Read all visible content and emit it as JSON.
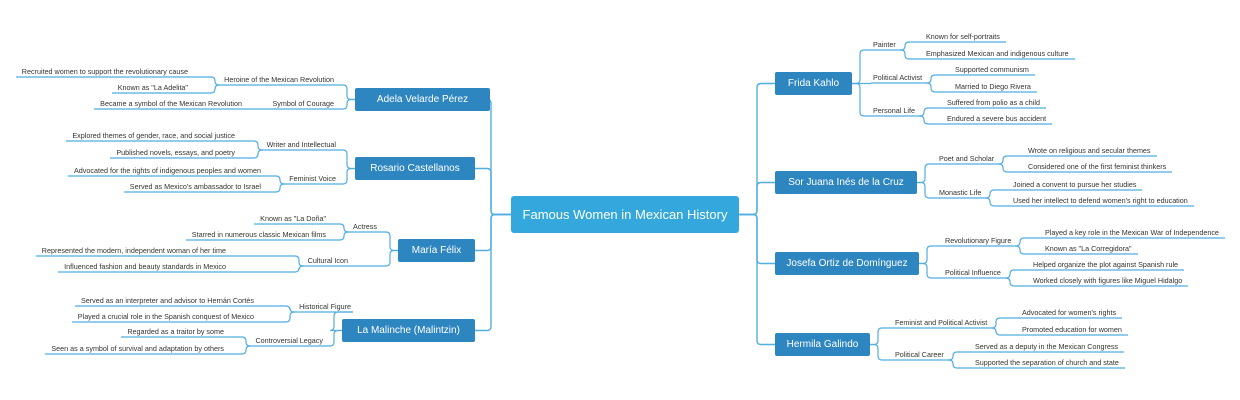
{
  "root": "Famous Women in Mexican History",
  "left": [
    {
      "name": "Adela Velarde Pérez",
      "groups": [
        {
          "label": "Heroine of the Mexican Revolution",
          "items": [
            "Recruited women to support the revolutionary cause",
            "Known as \"La Adelita\""
          ]
        },
        {
          "label": "Symbol of Courage",
          "items": [
            "Became a symbol of the Mexican Revolution"
          ]
        }
      ]
    },
    {
      "name": "Rosario Castellanos",
      "groups": [
        {
          "label": "Writer and Intellectual",
          "items": [
            "Explored themes of gender, race, and social justice",
            "Published novels, essays, and poetry"
          ]
        },
        {
          "label": "Feminist Voice",
          "items": [
            "Advocated for the rights of indigenous peoples and women",
            "Served as Mexico's ambassador to Israel"
          ]
        }
      ]
    },
    {
      "name": "María Félix",
      "groups": [
        {
          "label": "Actress",
          "items": [
            "Known as \"La Doña\"",
            "Starred in numerous classic Mexican films"
          ]
        },
        {
          "label": "Cultural Icon",
          "items": [
            "Represented the modern, independent woman of her time",
            "Influenced fashion and beauty standards in Mexico"
          ]
        }
      ]
    },
    {
      "name": "La Malinche (Malintzin)",
      "groups": [
        {
          "label": "Historical Figure",
          "items": [
            "Served as an interpreter and advisor to Hernán Cortés",
            "Played a crucial role in the Spanish conquest of Mexico"
          ]
        },
        {
          "label": "Controversial Legacy",
          "items": [
            "Regarded as a traitor by some",
            "Seen as a symbol of survival and adaptation by others"
          ]
        }
      ]
    }
  ],
  "right": [
    {
      "name": "Frida Kahlo",
      "groups": [
        {
          "label": "Painter",
          "items": [
            "Known for self-portraits",
            "Emphasized Mexican and indigenous culture"
          ]
        },
        {
          "label": "Political Activist",
          "items": [
            "Supported communism",
            "Married to Diego Rivera"
          ]
        },
        {
          "label": "Personal Life",
          "items": [
            "Suffered from polio as a child",
            "Endured a severe bus accident"
          ]
        }
      ]
    },
    {
      "name": "Sor Juana Inés de la Cruz",
      "groups": [
        {
          "label": "Poet and Scholar",
          "items": [
            "Wrote on religious and secular themes",
            "Considered one of the first feminist thinkers"
          ]
        },
        {
          "label": "Monastic Life",
          "items": [
            "Joined a convent to pursue her studies",
            "Used her intellect to defend women's right to education"
          ]
        }
      ]
    },
    {
      "name": "Josefa Ortiz de Domínguez",
      "groups": [
        {
          "label": "Revolutionary Figure",
          "items": [
            "Played a key role in the Mexican War of Independence",
            "Known as \"La Corregidora\""
          ]
        },
        {
          "label": "Political Influence",
          "items": [
            "Helped organize the plot against Spanish rule",
            "Worked closely with figures like Miguel Hidalgo"
          ]
        }
      ]
    },
    {
      "name": "Hermila Galindo",
      "groups": [
        {
          "label": "Feminist and Political Activist",
          "items": [
            "Advocated for women's rights",
            "Promoted education for women"
          ]
        },
        {
          "label": "Political Career",
          "items": [
            "Served as a deputy in the Mexican Congress",
            "Supported the separation of church and state"
          ]
        }
      ]
    }
  ]
}
